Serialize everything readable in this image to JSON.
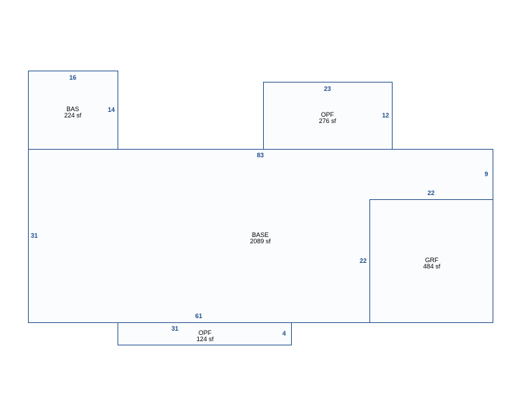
{
  "areas": {
    "bas": {
      "name": "BAS",
      "size": "224 sf",
      "dims": [
        "16",
        "14"
      ]
    },
    "opf_top": {
      "name": "OPF",
      "size": "276 sf",
      "dims": [
        "23",
        "12"
      ]
    },
    "base": {
      "name": "BASE",
      "size": "2089 sf",
      "dims": [
        "83",
        "9",
        "31",
        "61"
      ]
    },
    "grf": {
      "name": "GRF",
      "size": "484 sf",
      "dims": [
        "22",
        "22"
      ]
    },
    "opf_bottom": {
      "name": "OPF",
      "size": "124 sf",
      "dims": [
        "31",
        "4"
      ]
    }
  }
}
